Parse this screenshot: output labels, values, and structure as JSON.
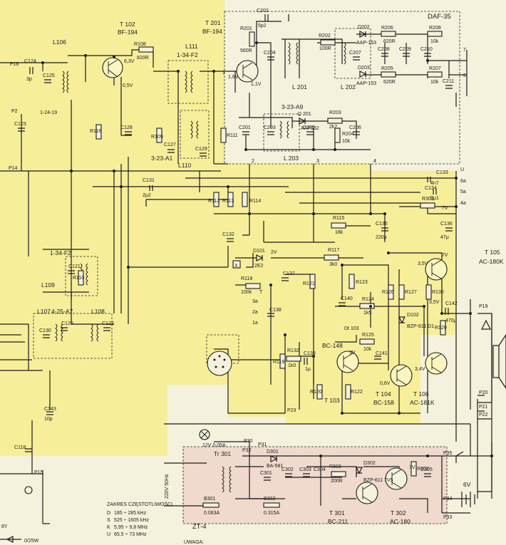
{
  "modules": {
    "daf": "DAF-35",
    "psu": "ZT-4"
  },
  "transistors": [
    {
      "ref": "T 102",
      "type": "BF-194"
    },
    {
      "ref": "T 201",
      "type": "BF-194"
    },
    {
      "ref": "T 103",
      "type": "BC-148"
    },
    {
      "ref": "T 104",
      "type": "BC-158"
    },
    {
      "ref": "T 106",
      "type": "AC-181K"
    },
    {
      "ref": "T 105",
      "type": "AC-180K"
    },
    {
      "ref": "T 301",
      "type": "BC-211"
    },
    {
      "ref": "T 302",
      "type": "AC-180"
    }
  ],
  "inductors": {
    "l106": "L106",
    "l111": "L111",
    "l111_code": "1-34-F2",
    "l106_code": "1-24-19",
    "l201": "L 201",
    "l202": "L 202",
    "l203": "L 203",
    "l203_code": "3-23-A9",
    "l110": "L110",
    "l110_code": "3-23-A1",
    "l109": "L109",
    "l109_code": "1-34-F2",
    "l107": "L107",
    "l108": "L108",
    "l107_code": "4-25-A7",
    "tr301": "Tr 301"
  },
  "resistors": {
    "r108": "R108",
    "r108v": "820R",
    "r201": "R201",
    "r201v": "560R",
    "r202": "R202",
    "r202v": "100R",
    "r206": "R206",
    "r206v": "620R",
    "r208": "R208",
    "r208v": "10k",
    "r205": "R205",
    "r205v": "620R",
    "r207": "R207",
    "r207v": "10k",
    "r203": "R203",
    "r203v": "2k2",
    "r204": "R204",
    "r204v": "10k",
    "r115": "R115",
    "r115v": "18k",
    "r117": "R117",
    "r117v": "3k0",
    "r118": "R118",
    "r118v": "100k",
    "r124": "R124",
    "r124v": "1k5",
    "r125": "R125",
    "r125v": "10k",
    "r132": "R132",
    "r132v": "1k0",
    "r303": "R303",
    "r303v": "200R",
    "r116": "R116",
    "r110": "R110",
    "r121": "R121",
    "r123": "R123",
    "r126": "R126",
    "r127": "R127",
    "r130": "R130",
    "r129": "R129",
    "r122": "R122",
    "r120": "R120",
    "r119": "R119",
    "r112": "R112",
    "r113": "R113",
    "r114": "R114",
    "r111": "R111",
    "r109": "R109",
    "r302": "R302",
    "r301": "R301"
  },
  "capacitors": {
    "c124": "C124",
    "c124v": "3p",
    "c202": "C202",
    "c202v": "5p2",
    "c131": "C131",
    "c131v": "2μ2",
    "c133": "C133",
    "c133v": "4n7",
    "c134": "C134",
    "c134v": "0μ1",
    "c135": "C135",
    "c135v": "220μ",
    "c136": "C136",
    "c136v": "47μ",
    "c142": "C142",
    "c142v": "470μ",
    "c139": "C139",
    "c139v": "1μ",
    "c143": "C143",
    "c143v": "10p",
    "c118": "C118",
    "c141": "C141",
    "c137": "C137",
    "c138": "C138",
    "c140": "C140",
    "c122": "C122",
    "c121": "C121",
    "c120": "C120",
    "c123": "C123",
    "c125": "C125",
    "c130": "C130",
    "c132": "C132",
    "c128": "C128",
    "c127": "C127",
    "c129": "C129",
    "c211": "C211",
    "c201": "C201",
    "c203": "C203",
    "c204": "C204",
    "c205": "C205",
    "c206": "C206",
    "c207": "C207",
    "c208": "C208",
    "c209": "C209",
    "c210": "C210",
    "c301": "C301",
    "c302": "C302",
    "c303": "C303",
    "c304": "C304",
    "c305": "C305"
  },
  "diodes": {
    "d202": "D202",
    "d202t": "AAP-153",
    "d203": "D203",
    "d203t": "AAP-153",
    "d201": "D 201",
    "d201t": "AAP152",
    "d101": "D101",
    "d101t": "2E2",
    "d102": "D102",
    "d102t": "BZP-611 D1",
    "d301": "D301",
    "d301t": "BA-581",
    "d302": "D302",
    "d302t": "BZP-611 7V5"
  },
  "misc": {
    "th103": "Dt 103",
    "bulb": "12V 0.05A",
    "b301": "B301",
    "b301v": "0.063A",
    "b302": "B302",
    "b302v": "0.315A",
    "mains": "220V 50Hz",
    "battery": "6V",
    "v_3v5a": "3,5V",
    "v_3v5b": "3,5V",
    "v_7v": "7V",
    "v_7vb": "7V",
    "v_2v": "2V",
    "v_6v3": "6,3V",
    "v_1v1": "1,1V",
    "v_16v": "1,6V",
    "v_05v": "0,5V",
    "v_3v": "3V",
    "v_06v": "0,6V",
    "v_34v": "3,4V",
    "v_7v3": "7V"
  },
  "points": {
    "p16": "P16",
    "p2": "P2",
    "p14": "P14",
    "p19": "P19",
    "p20": "P20",
    "p21": "P21",
    "p22": "P22",
    "p23": "P23",
    "p15": "P15",
    "p30": "P30",
    "p31": "P31",
    "p32": "P32",
    "p33": "P33",
    "p34": "P34",
    "p35": "P35",
    "t3a": "3a",
    "t2a": "2a",
    "t1a": "1a",
    "t": "T",
    "n2": "2",
    "n3": "3",
    "n4": "4",
    "n1": "1",
    "u": "U",
    "n6a": "6a",
    "n5a": "5a",
    "n4a": "4a",
    "n7": "7",
    "n6": "6",
    "x": "X"
  },
  "ranges": {
    "title": "ZAKRES CZĘSTOTLIWOŚCI",
    "rows": [
      {
        "band": "D",
        "value": "185 ÷ 285 kHz"
      },
      {
        "band": "S",
        "value": "525 ÷ 1605 kHz"
      },
      {
        "band": "K",
        "value": "5,95 ÷ 9,8 MHz"
      },
      {
        "band": "U",
        "value": "65,5 ÷ 73 MHz"
      }
    ]
  },
  "footer": {
    "note": "UWAGA:",
    "left": "8Y",
    "switch": "0/25W"
  },
  "colors": {
    "yellow": "#f7ee9a",
    "pink": "#f0d9cd",
    "paper": "#f4f1dc",
    "ink": "#1c1c1c"
  }
}
